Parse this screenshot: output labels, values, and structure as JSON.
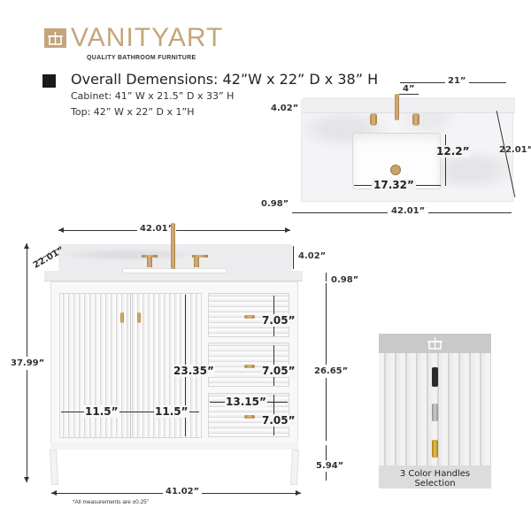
{
  "brand": {
    "name": "VANITYART",
    "tagline": "QUALITY BATHROOM FURNITURE",
    "color": "#c4a57a"
  },
  "overall": {
    "title": "Overall Demensions: 42”W x 22” D x 38” H",
    "cabinet": "Cabinet: 41” W x 21.5” D x 33” H",
    "top": "Top: 42” W x 22” D x 1”H"
  },
  "top_view": {
    "faucet_spread_to_right": "21”",
    "faucet_center_offset": "4”",
    "backsplash_height": "4.02”",
    "depth": "22.01”",
    "sink_depth": "12.2”",
    "sink_width": "17.32”",
    "thickness": "0.98”",
    "width": "42.01”"
  },
  "front_view": {
    "top_width": "42.01”",
    "depth": "22.01”",
    "backsplash_height": "4.02”",
    "top_thickness": "0.98”",
    "total_height": "37.99”",
    "door_height": "23.35”",
    "door_width_left": "11.5”",
    "door_width_right": "11.5”",
    "drawer_heights": [
      "7.05”",
      "7.05”",
      "7.05”"
    ],
    "drawer_width": "13.15”",
    "cabinet_body_height": "26.65”",
    "leg_height": "5.94”",
    "base_width": "41.02”",
    "footnote": "*All measurements are ±0.25”"
  },
  "handles": {
    "caption": "3 Color Handles Selection",
    "colors": [
      "#2a2a2a",
      "#a8a8a8",
      "#c9a030"
    ]
  }
}
